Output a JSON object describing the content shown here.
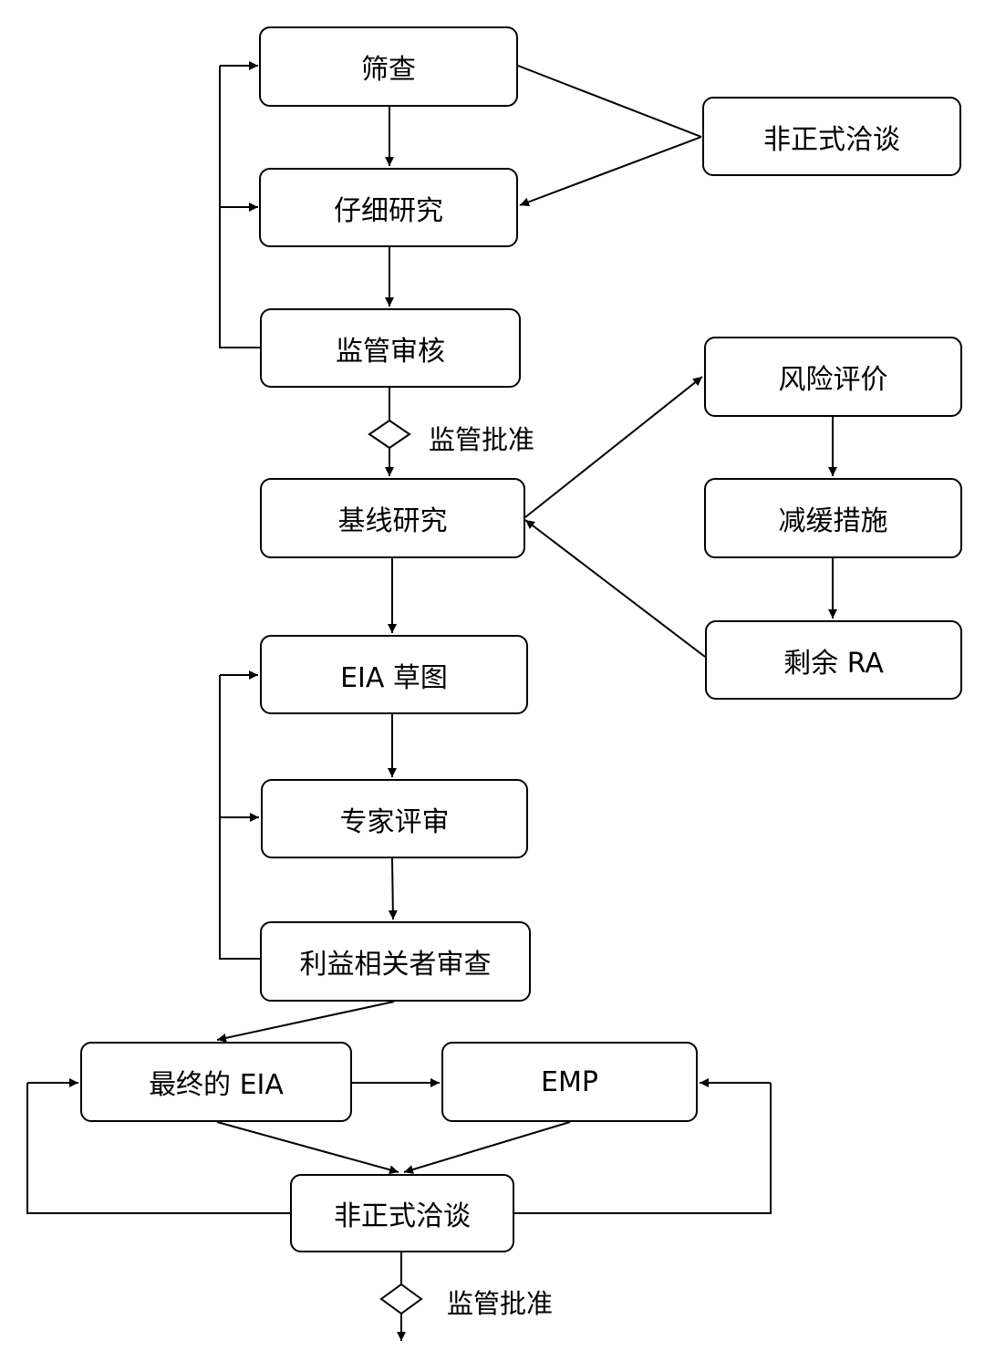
{
  "nodes": {
    "screening": "筛查",
    "detailed_study": "仔细研究",
    "regulatory_review": "监管审核",
    "informal_talks_top": "非正式洽谈",
    "baseline_study": "基线研究",
    "risk_assessment": "风险评价",
    "mitigation_measures": "减缓措施",
    "residual_ra": "剩余 RA",
    "eia_draft": "EIA 草图",
    "expert_review": "专家评审",
    "stakeholder_review": "利益相关者审查",
    "final_eia": "最终的 EIA",
    "emp": "EMP",
    "informal_talks_bottom": "非正式洽谈"
  },
  "decisions": {
    "regulatory_approval_1": "监管批准",
    "regulatory_approval_2": "监管批准"
  }
}
